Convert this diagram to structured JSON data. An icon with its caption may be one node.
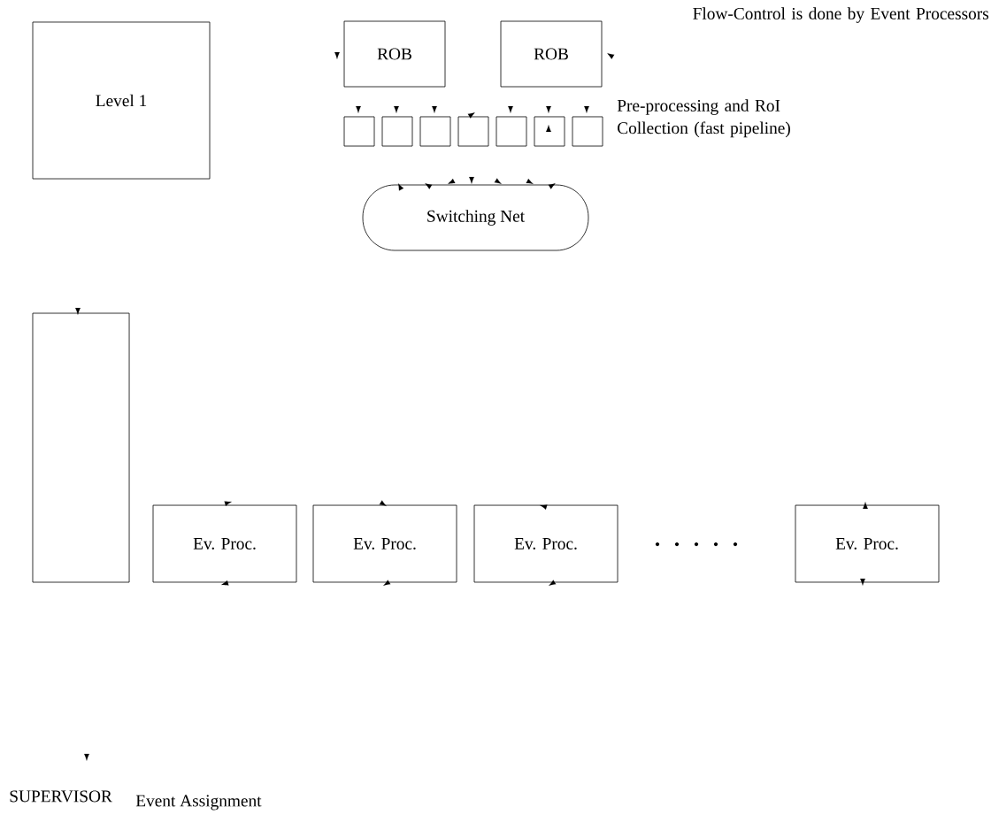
{
  "diagram": {
    "nodes": [
      {
        "text": [
          "Level 1"
        ]
      },
      {
        "text": [
          "ROB"
        ]
      },
      {
        "text": [
          "ROB"
        ]
      },
      {
        "text": [],
        "shape": "box"
      },
      {
        "text": [],
        "shape": "box"
      },
      {
        "text": [],
        "shape": "box"
      },
      {
        "text": [],
        "shape": "box"
      },
      {
        "text": [],
        "shape": "box"
      },
      {
        "text": [],
        "shape": "box"
      },
      {
        "text": [],
        "shape": "box"
      },
      {
        "text": [
          "Switching Net"
        ]
      },
      {
        "text": [],
        "shape": "box"
      },
      {
        "text": [
          "Ev. Proc."
        ]
      },
      {
        "text": [
          "Ev. Proc."
        ]
      },
      {
        "text": [
          "Ev. Proc."
        ]
      },
      {
        "text": [
          "Ev. Proc."
        ]
      }
    ],
    "labels": [
      "Flow-Control is done by Event Processors",
      "Pre-processing and RoI Collection (fast pipeline)",
      "SUPERVISOR",
      "Event Assignment"
    ]
  }
}
